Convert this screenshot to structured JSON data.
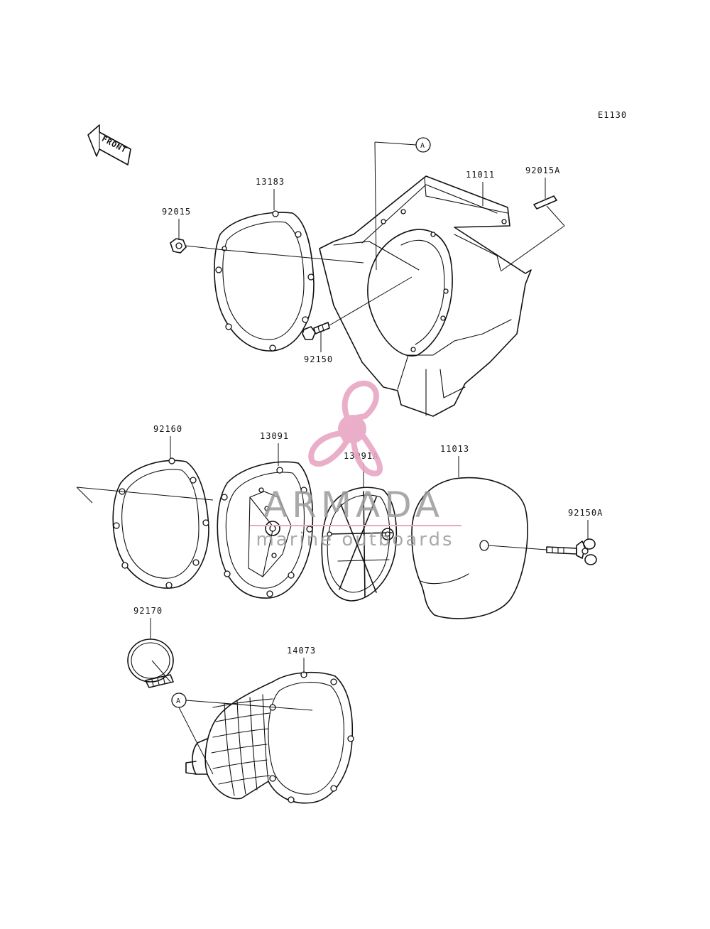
{
  "diagram": {
    "code": "E1130",
    "front_label": "FRONT",
    "ref_marker": "A",
    "parts": {
      "p13183": "13183",
      "p92015": "92015",
      "p11011": "11011",
      "p92015A": "92015A",
      "p92150": "92150",
      "p92160": "92160",
      "p13091": "13091",
      "p13091A": "13091A",
      "p11013": "11013",
      "p92150A": "92150A",
      "p92170": "92170",
      "p14073": "14073"
    }
  },
  "watermark": {
    "brand": "ARMADA",
    "tagline": "marine outboards",
    "accent_color": "#e8a6c4",
    "text_color": "#9b9b9b"
  }
}
